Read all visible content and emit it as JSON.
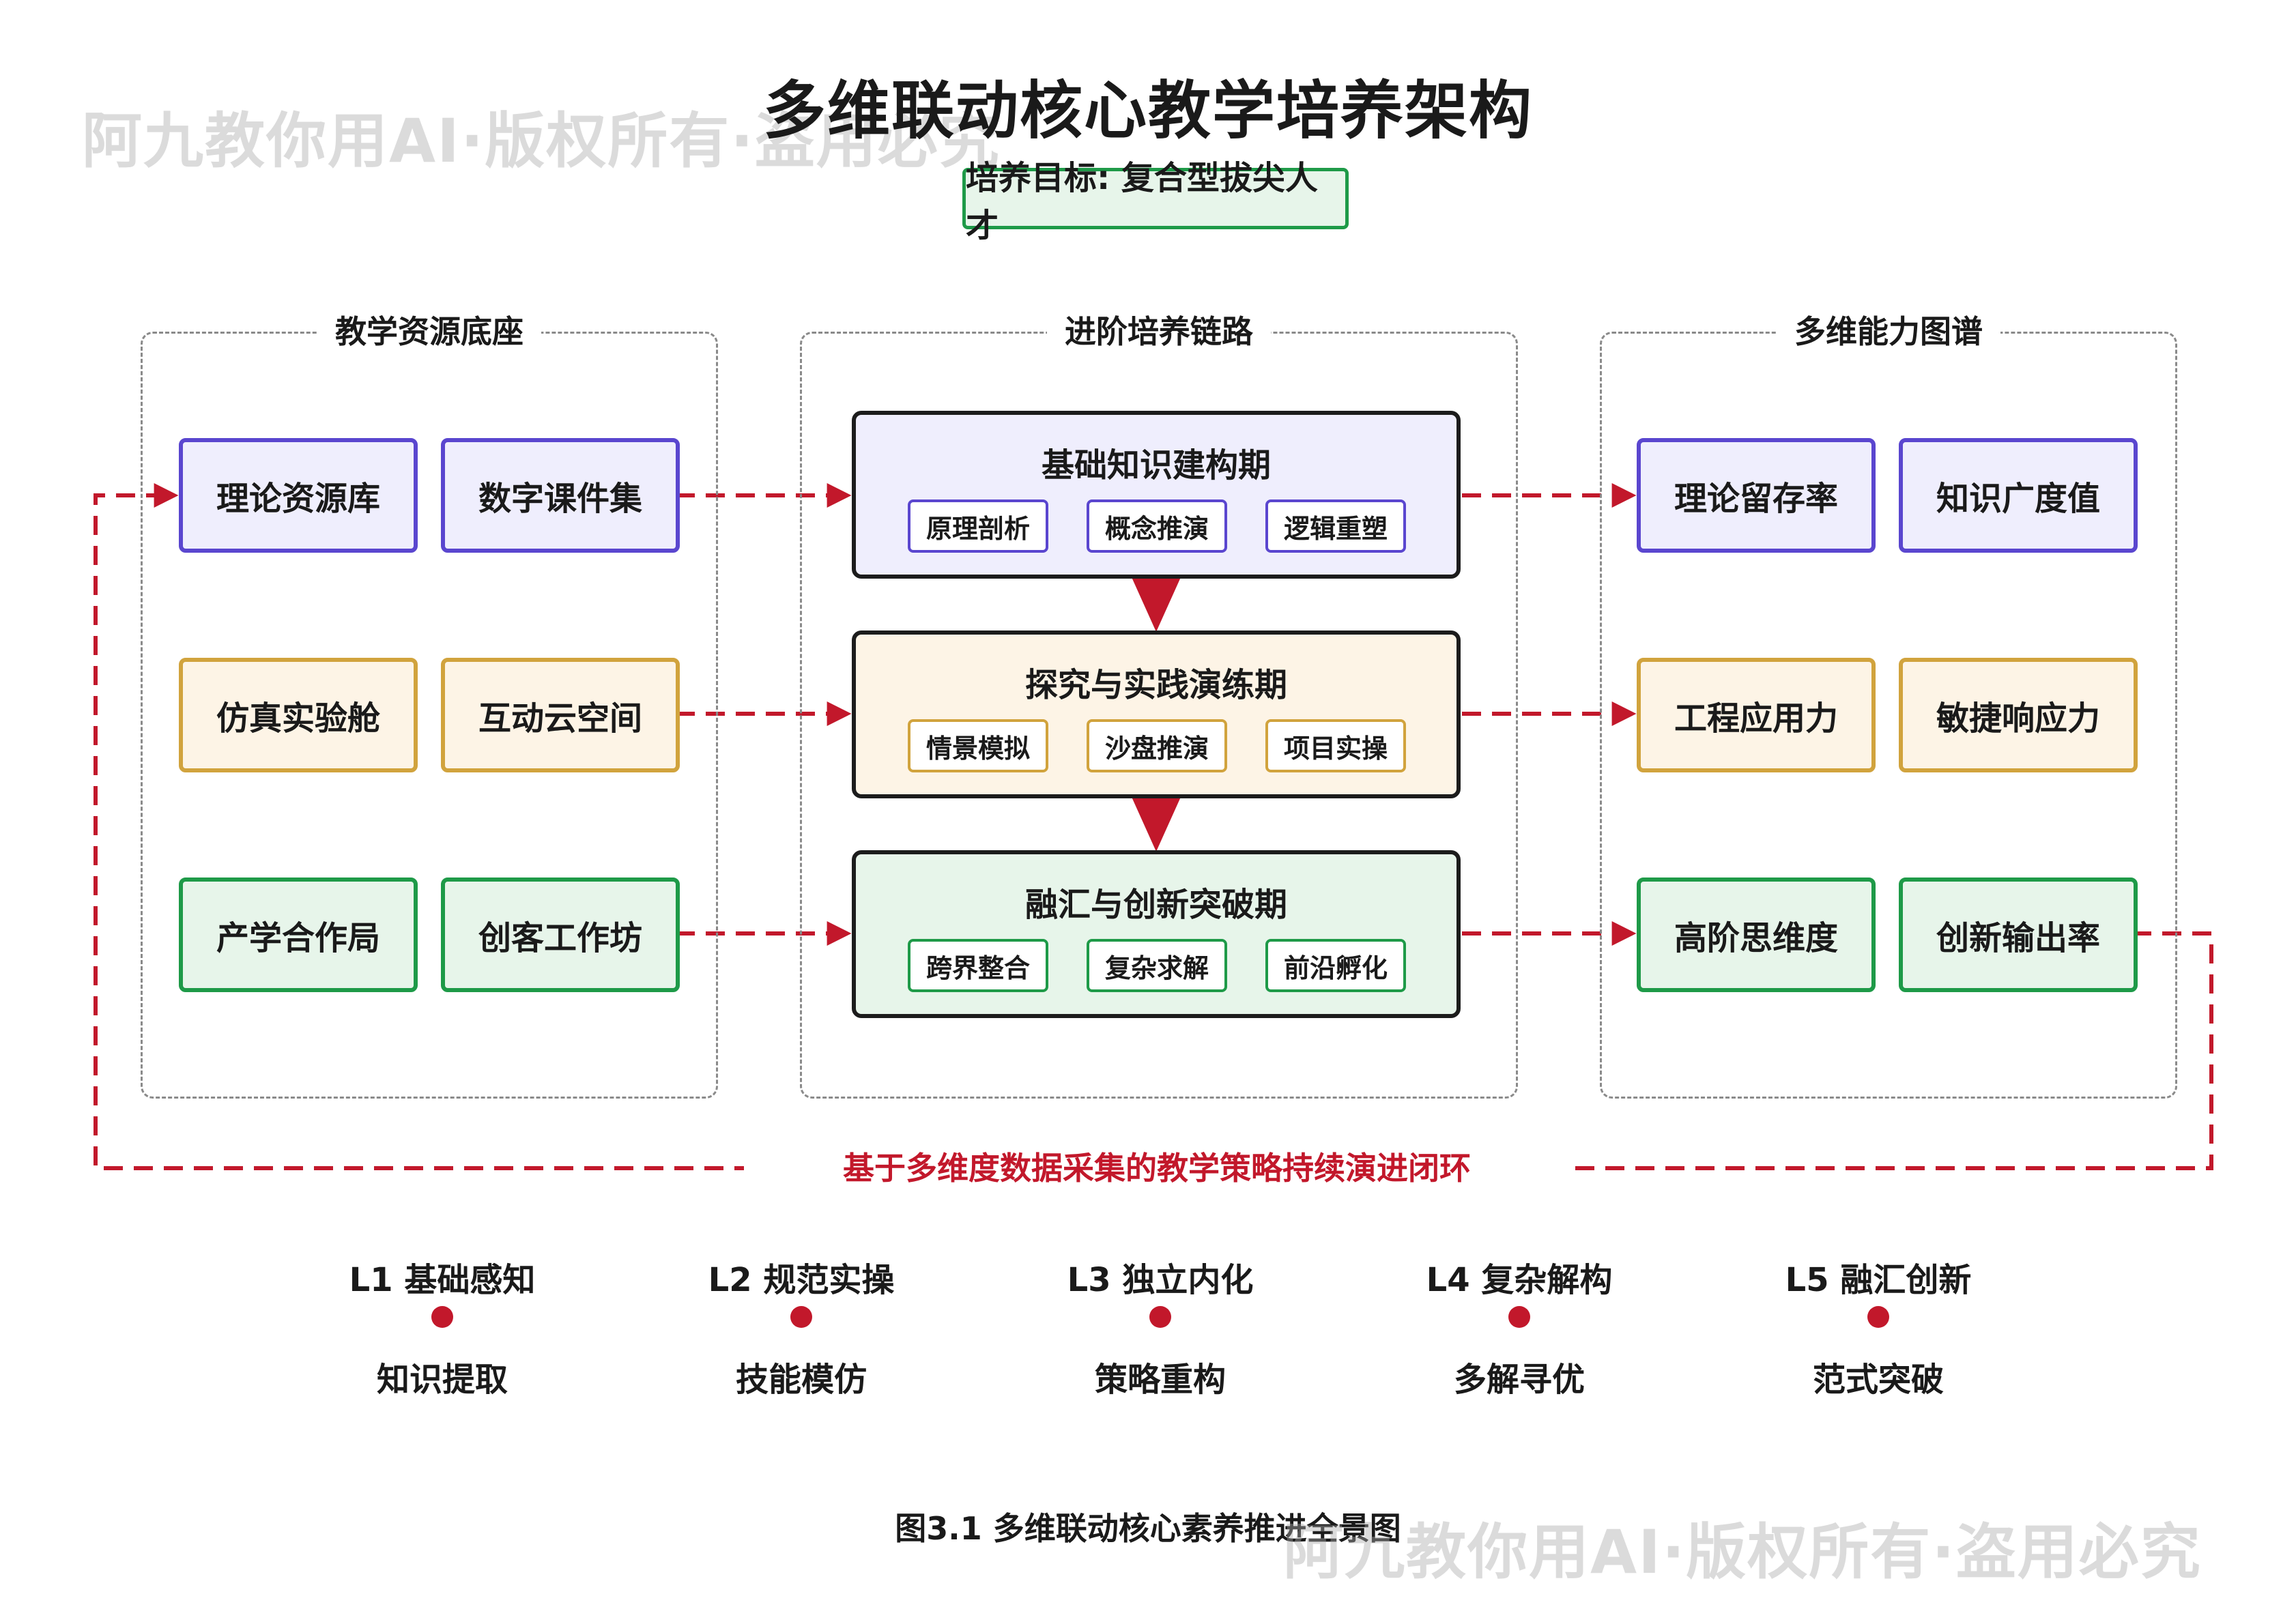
{
  "title": "多维联动核心教学培养架构",
  "goal": "培养目标: 复合型拔尖人才",
  "watermark": "阿九教你用AI·版权所有·盗用必究",
  "colors": {
    "purple": "#5a46cf",
    "gold": "#d1a33d",
    "green": "#1e9a48",
    "red": "#c2182b"
  },
  "left_panel": {
    "title": "教学资源底座",
    "rows": [
      [
        "理论资源库",
        "数字课件集"
      ],
      [
        "仿真实验舱",
        "互动云空间"
      ],
      [
        "产学合作局",
        "创客工作坊"
      ]
    ]
  },
  "middle_panel": {
    "title": "进阶培养链路",
    "stages": [
      {
        "title": "基础知识建构期",
        "chips": [
          "原理剖析",
          "概念推演",
          "逻辑重塑"
        ]
      },
      {
        "title": "探究与实践演练期",
        "chips": [
          "情景模拟",
          "沙盘推演",
          "项目实操"
        ]
      },
      {
        "title": "融汇与创新突破期",
        "chips": [
          "跨界整合",
          "复杂求解",
          "前沿孵化"
        ]
      }
    ]
  },
  "right_panel": {
    "title": "多维能力图谱",
    "rows": [
      [
        "理论留存率",
        "知识广度值"
      ],
      [
        "工程应用力",
        "敏捷响应力"
      ],
      [
        "高阶思维度",
        "创新输出率"
      ]
    ]
  },
  "loop_label": "基于多维度数据采集的教学策略持续演进闭环",
  "levels": [
    {
      "name": "L1 基础感知",
      "desc": "知识提取"
    },
    {
      "name": "L2 规范实操",
      "desc": "技能模仿"
    },
    {
      "name": "L3 独立内化",
      "desc": "策略重构"
    },
    {
      "name": "L4 复杂解构",
      "desc": "多解寻优"
    },
    {
      "name": "L5 融汇创新",
      "desc": "范式突破"
    }
  ],
  "caption": "图3.1 多维联动核心素养推进全景图"
}
